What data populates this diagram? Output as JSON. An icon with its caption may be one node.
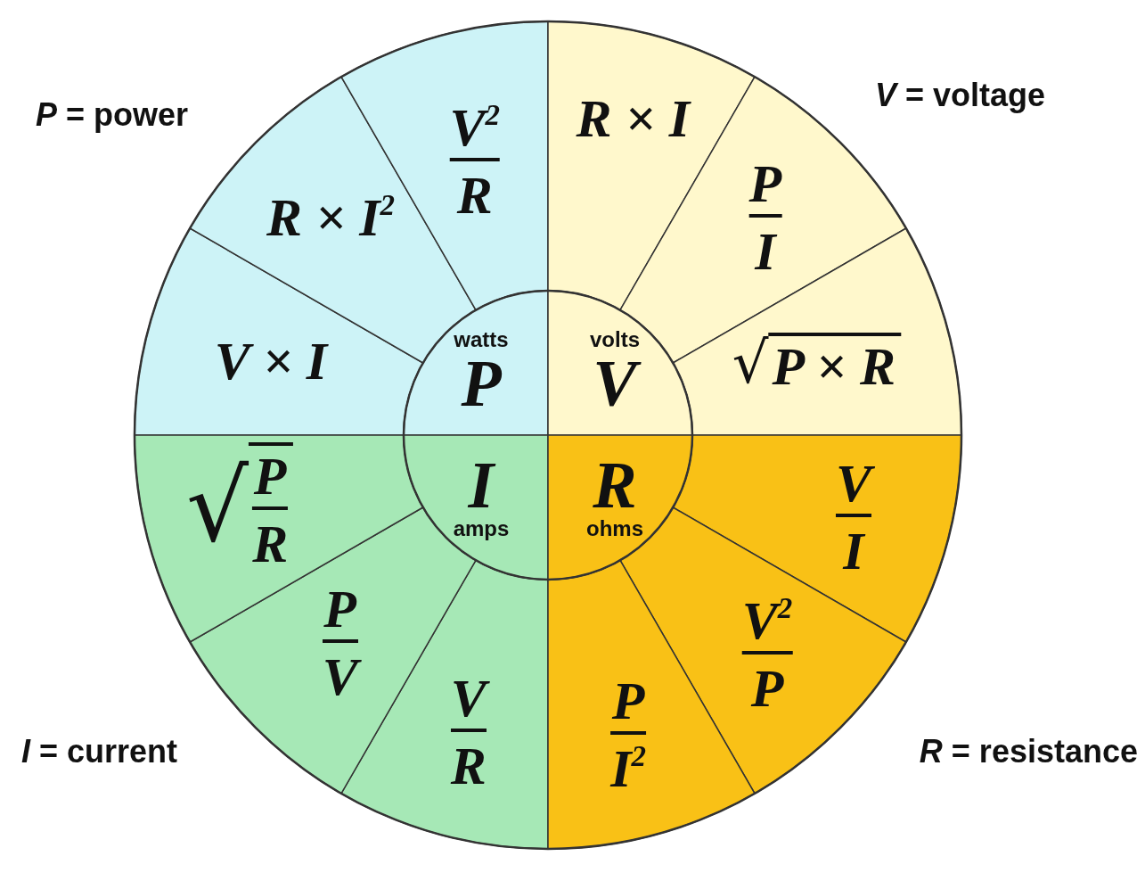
{
  "diagram": {
    "nodes": [
      {
        "text": [
          "V$^{2}$",
          "R"
        ]
      },
      {
        "text": [
          "R × I$^{2}$"
        ]
      },
      {
        "text": [
          "V × I"
        ]
      },
      {
        "text": [
          "R × I"
        ]
      },
      {
        "text": [
          "P",
          "I"
        ]
      },
      {
        "text": [
          "√",
          "P × R"
        ]
      },
      {
        "text": [
          "watts",
          "P"
        ]
      },
      {
        "text": [
          "volts",
          "V"
        ]
      },
      {
        "text": [
          "I",
          "amps"
        ]
      },
      {
        "text": [
          "R",
          "ohms"
        ]
      },
      {
        "text": [
          "√",
          "P",
          "R"
        ]
      },
      {
        "text": [
          "P",
          "V"
        ]
      },
      {
        "text": [
          "V",
          "R"
        ]
      },
      {
        "text": [
          "V",
          "I"
        ]
      },
      {
        "text": [
          "V$^{2}$",
          "P"
        ]
      },
      {
        "text": [
          "P",
          "I$^{2}$"
        ]
      }
    ],
    "labels": [
      "*P* = power",
      "*V* = voltage",
      "*I* = current",
      "*R* = resistance"
    ]
  }
}
